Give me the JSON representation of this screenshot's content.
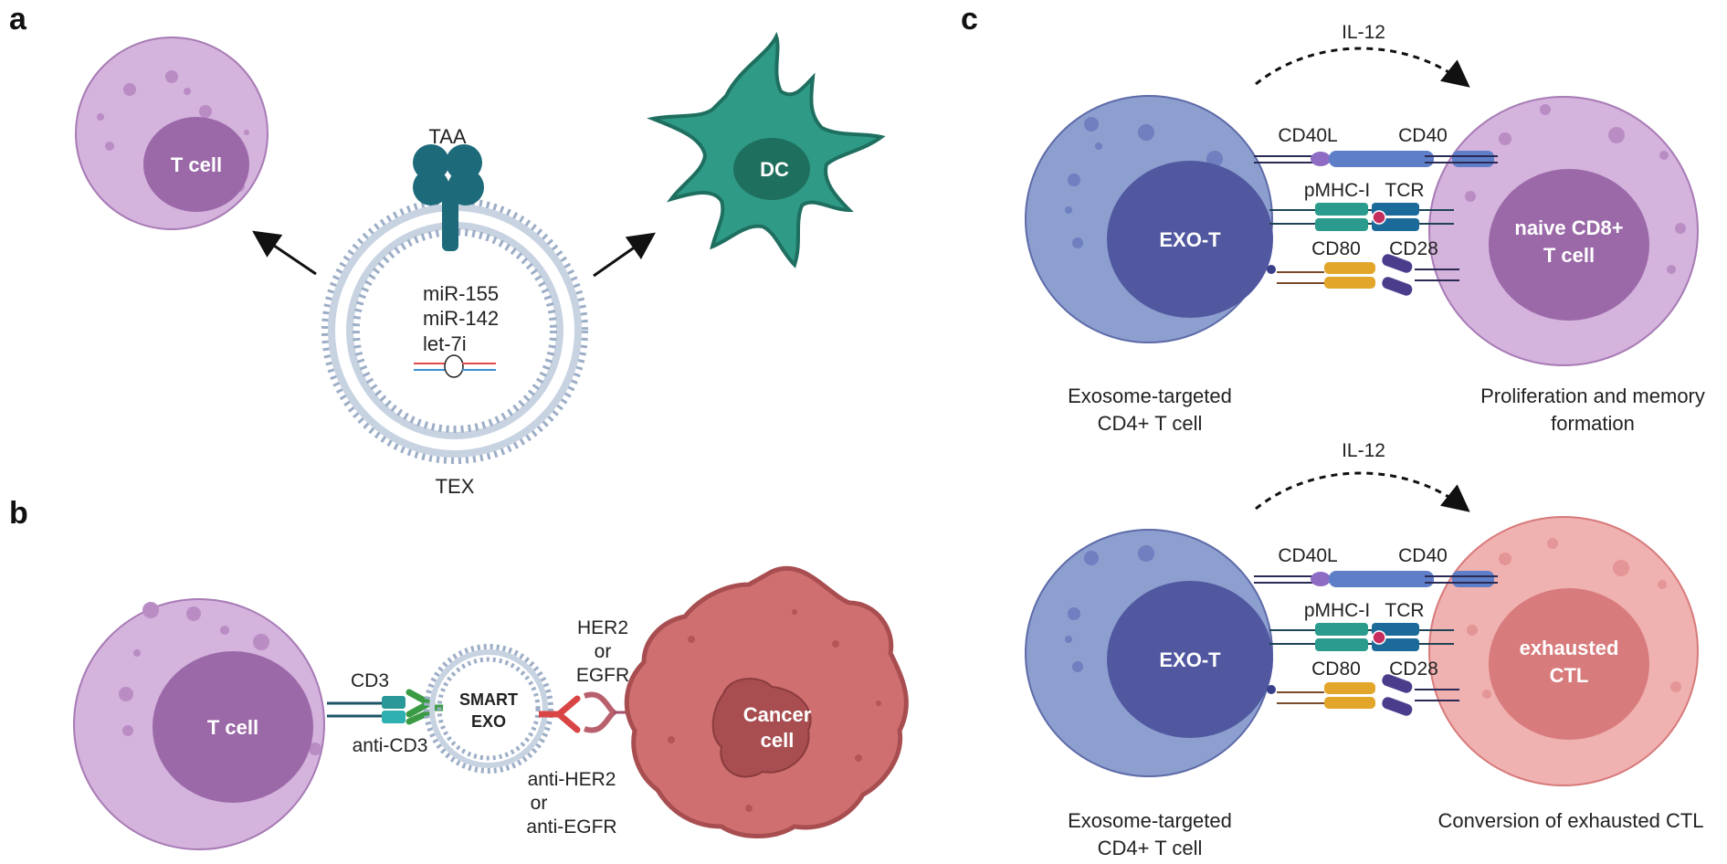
{
  "panels": {
    "a": "a",
    "b": "b",
    "c": "c"
  },
  "panel_a": {
    "tcell": "T cell",
    "dc": "DC",
    "taa": "TAA",
    "mirna": [
      "miR-155",
      "miR-142",
      "let-7i"
    ],
    "tex": "TEX"
  },
  "panel_b": {
    "tcell": "T cell",
    "cd3": "CD3",
    "anti_cd3": "anti-CD3",
    "smart_exo": [
      "SMART",
      "EXO"
    ],
    "her2": [
      "HER2",
      "or",
      "EGFR"
    ],
    "anti_her2": [
      "anti-HER2",
      "or",
      "anti-EGFR"
    ],
    "cancer": [
      "Cancer",
      "cell"
    ]
  },
  "panel_c": {
    "top": {
      "il12": "IL-12",
      "exo_t": "EXO-T",
      "target": [
        "naive CD8+",
        "T cell"
      ],
      "cd40l": "CD40L",
      "cd40": "CD40",
      "pmhc": "pMHC-I",
      "tcr": "TCR",
      "cd80": "CD80",
      "cd28": "CD28",
      "left_caption": [
        "Exosome-targeted",
        "CD4+ T cell"
      ],
      "right_caption": [
        "Proliferation and memory",
        "formation"
      ]
    },
    "bottom": {
      "il12": "IL-12",
      "exo_t": "EXO-T",
      "target": [
        "exhausted",
        "CTL"
      ],
      "cd40l": "CD40L",
      "cd40": "CD40",
      "pmhc": "pMHC-I",
      "tcr": "TCR",
      "cd80": "CD80",
      "cd28": "CD28",
      "left_caption": [
        "Exosome-targeted",
        "CD4+ T cell"
      ],
      "right_caption": [
        "Conversion of exhausted CTL"
      ]
    }
  },
  "colors": {
    "tcell_outer": "#d4b3dd",
    "tcell_inner": "#9b69a8",
    "dc": "#2f9a86",
    "exo_t_outer": "#8c9fcf",
    "exo_t_inner": "#5158a0",
    "exhausted_outer": "#f0b1b1",
    "exhausted_inner": "#d87b7c",
    "cancer": "#cf6f70",
    "taa": "#1c6a7a"
  }
}
